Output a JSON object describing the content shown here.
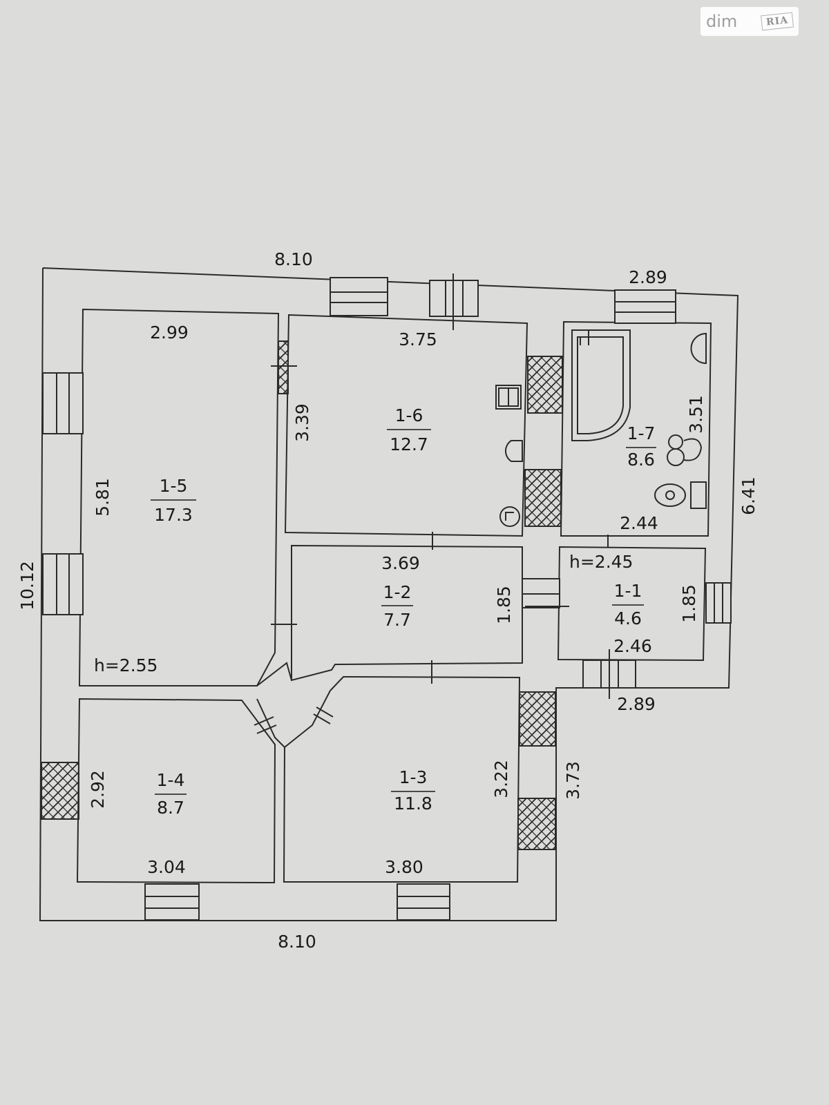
{
  "watermark": {
    "text": "dim",
    "logo": "RIA"
  },
  "rooms": [
    {
      "id": "1-5",
      "area": "17.3"
    },
    {
      "id": "1-6",
      "area": "12.7"
    },
    {
      "id": "1-7",
      "area": "8.6"
    },
    {
      "id": "1-2",
      "area": "7.7"
    },
    {
      "id": "1-1",
      "area": "4.6"
    },
    {
      "id": "1-4",
      "area": "8.7"
    },
    {
      "id": "1-3",
      "area": "11.8"
    }
  ],
  "dimensions": {
    "top_total": "8.10",
    "top_right": "2.89",
    "room_1_5_width": "2.99",
    "room_1_5_length": "5.81",
    "room_1_6_width": "3.75",
    "room_1_6_length": "3.39",
    "room_1_7_length": "3.51",
    "room_1_7_width": "2.44",
    "right_total": "6.41",
    "left_total": "10.12",
    "room_1_2_width": "3.69",
    "room_1_2_length": "1.85",
    "room_1_1_length": "1.85",
    "room_1_1_width": "2.46",
    "bottom_right": "2.89",
    "room_1_4_length": "2.92",
    "room_1_4_width": "3.04",
    "room_1_3_length": "3.22",
    "room_1_3_width": "3.80",
    "right_lower_total": "3.73",
    "bottom_total": "8.10"
  },
  "heights": {
    "main": "h=2.55",
    "annex": "h=2.45"
  }
}
